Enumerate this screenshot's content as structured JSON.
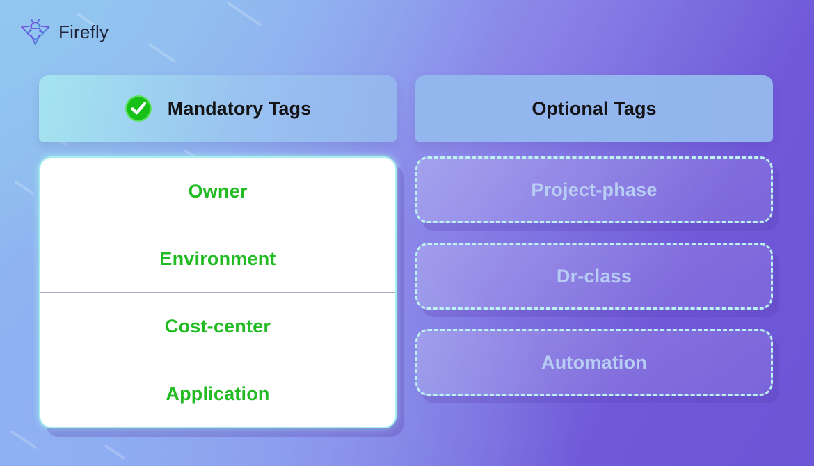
{
  "brand": {
    "name": "Firefly",
    "logo_icon": "firefly-logo-icon",
    "text_color": "#23243b"
  },
  "background": {
    "gradient_from": "#8ec4ef",
    "gradient_mid": "#8a84e8",
    "gradient_to": "#6c55d6"
  },
  "columns": {
    "mandatory": {
      "header": {
        "title": "Mandatory Tags",
        "icon": "green-check-circle-icon",
        "icon_color": "#1fc21f",
        "title_color": "#141416"
      },
      "item_color": "#22bb22",
      "items": [
        {
          "label": "Owner"
        },
        {
          "label": "Environment"
        },
        {
          "label": "Cost-center"
        },
        {
          "label": "Application"
        }
      ]
    },
    "optional": {
      "header": {
        "title": "Optional Tags",
        "title_color": "#141416"
      },
      "item_color": "#b8cdf3",
      "border_color": "#bdf3ef",
      "items": [
        {
          "label": "Project-phase"
        },
        {
          "label": "Dr-class"
        },
        {
          "label": "Automation"
        }
      ]
    }
  }
}
